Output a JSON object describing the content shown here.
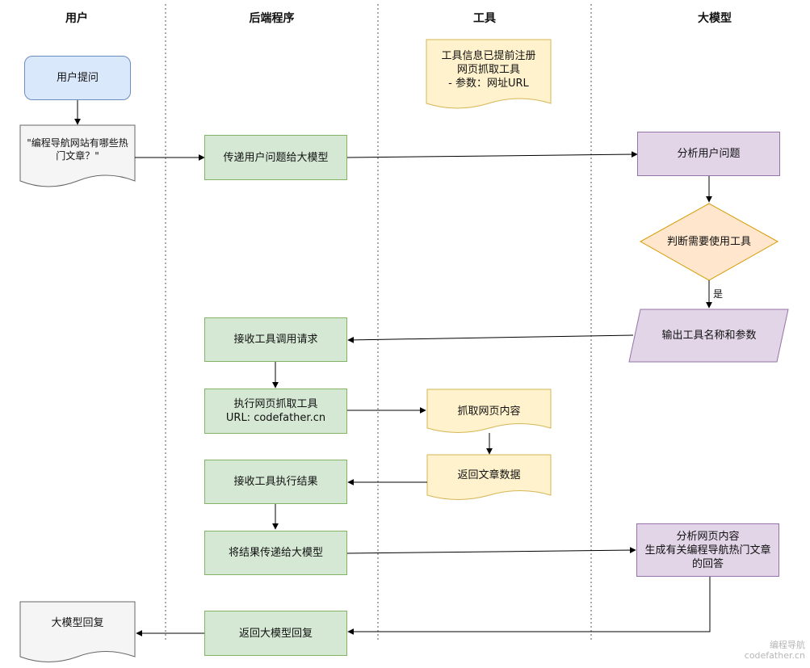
{
  "lanes": {
    "user": "用户",
    "backend": "后端程序",
    "tool": "工具",
    "llm": "大模型"
  },
  "nodes": {
    "user_question": "用户提问",
    "question_text": "\"编程导航网站有哪些热\n门文章？\"",
    "pass_question": "传递用户问题给大模型",
    "tool_info": "工具信息已提前注册\n网页抓取工具\n- 参数：网址URL",
    "analyze_question": "分析用户问题",
    "decide_tool": "判断需要使用工具",
    "decision_yes": "是",
    "output_tool": "输出工具名称和参数",
    "receive_call": "接收工具调用请求",
    "execute_tool": "执行网页抓取工具\nURL: codefather.cn",
    "fetch_content": "抓取网页内容",
    "return_data": "返回文章数据",
    "receive_result": "接收工具执行结果",
    "pass_result": "将结果传递给大模型",
    "analyze_content": "分析网页内容\n生成有关编程导航热门文章\n的回答",
    "return_reply": "返回大模型回复",
    "llm_reply": "大模型回复"
  },
  "watermark": {
    "line1": "编程导航",
    "line2": "codefather.cn"
  },
  "colors": {
    "blue_fill": "#dae8fc",
    "green_fill": "#d5e8d4",
    "purple_fill": "#e1d5e7",
    "yellow_fill": "#fff2cc",
    "orange_fill": "#ffe6cc",
    "gray_fill": "#f5f5f5"
  }
}
